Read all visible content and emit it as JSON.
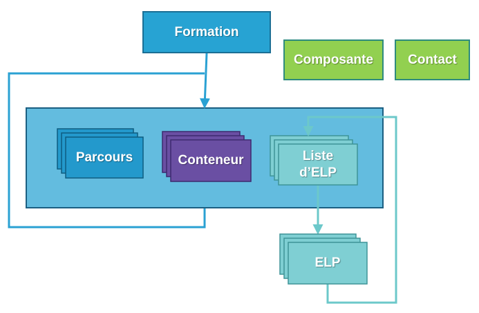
{
  "nodes": {
    "formation": {
      "label": "Formation"
    },
    "composante": {
      "label": "Composante"
    },
    "contact": {
      "label": "Contact"
    },
    "parcours": {
      "label": "Parcours"
    },
    "conteneur": {
      "label": "Conteneur"
    },
    "liste_elp": {
      "line1": "Liste",
      "line2": "d’ELP"
    },
    "elp": {
      "label": "ELP"
    }
  },
  "colors": {
    "formation": "#27A3D3",
    "formation_border": "#1B6F95",
    "green": "#92D050",
    "green_border": "#2E8B7E",
    "container": "#63BCDF",
    "container_border": "#1B5F82",
    "parcours": "#2399CC",
    "parcours_border": "#0E5C80",
    "conteneur": "#6A4FA3",
    "conteneur_border": "#3C2A6E",
    "elp": "#7FCFD3",
    "elp_border": "#3E9497",
    "connector_blue": "#2AA1D3",
    "connector_teal": "#6CC8CA"
  }
}
